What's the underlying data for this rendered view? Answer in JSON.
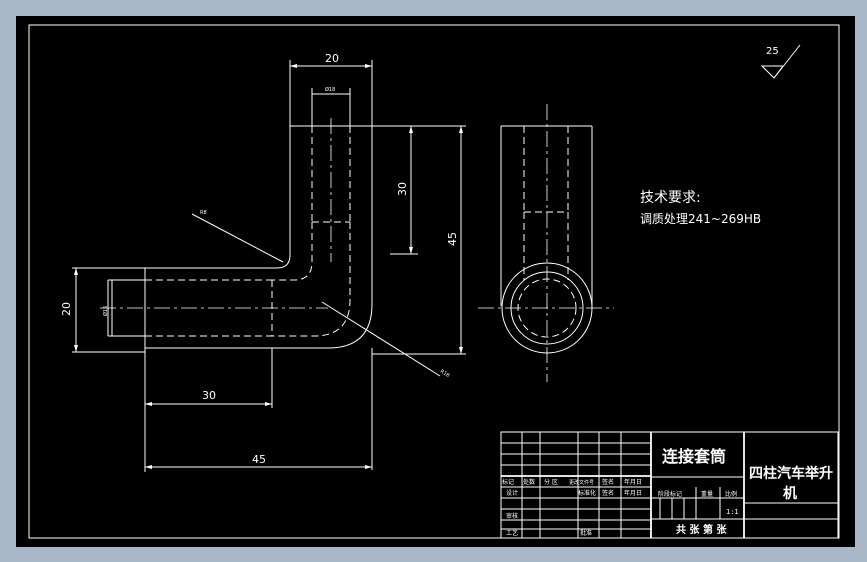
{
  "drawing": {
    "surface_roughness": "25",
    "dims": {
      "top_width": "20",
      "top_inner": "Ø18",
      "vertical_30": "30",
      "vertical_45": "45",
      "left_height": "20",
      "left_inner": "Ø15",
      "bottom_30": "30",
      "bottom_45": "45",
      "radius_small": "R8",
      "radius_large": "R18"
    },
    "tech_req_title": "技术要求:",
    "tech_req_line": "调质处理241~269HB"
  },
  "title_block": {
    "part_name": "连接套筒",
    "assembly_name_1": "四柱汽车举升",
    "assembly_name_2": "机",
    "row_labels": [
      "标记",
      "处数",
      "分 区",
      "更改文件号",
      "签名",
      "年月日"
    ],
    "design": "设计",
    "standardize": "标准化",
    "signature": "签名",
    "date": "年月日",
    "stage_mark": "阶段标记",
    "weight": "重量",
    "scale": "比例",
    "scale_value": "1:1",
    "review": "审核",
    "process": "工艺",
    "approve": "批准",
    "sheets": "共 张 第 张"
  }
}
